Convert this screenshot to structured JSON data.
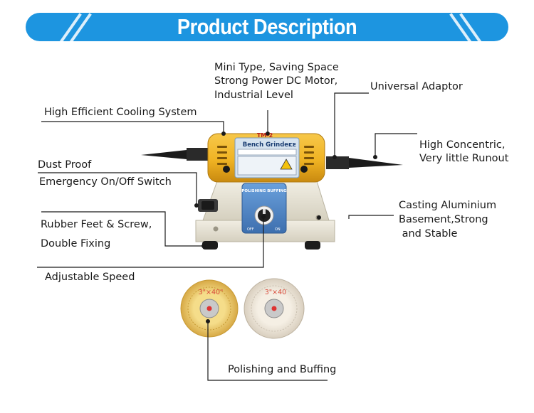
{
  "banner": {
    "title": "Product Description",
    "color": "#1d95e0"
  },
  "callouts": {
    "mini_type": "Mini Type, Saving Space",
    "motor": "Strong Power DC Motor,",
    "industrial": "Industrial Level",
    "adaptor": "Universal Adaptor",
    "cooling": "High Efficient Cooling System",
    "concentric": "High Concentric,",
    "runout": "Very little Runout",
    "dust_proof": "Dust Proof",
    "switch": "Emergency On/Off Switch",
    "casting": "Casting Aluminium",
    "basement": "Basement,Strong",
    "stable": " and Stable",
    "rubber_feet": "Rubber Feet & Screw,",
    "double_fixing": "Double Fixing",
    "speed": "Adjustable Speed",
    "polishing": "Polishing and Buffing"
  },
  "product": {
    "model": "TM-2",
    "nameplate": "Bench Grinder",
    "ce_mark": "CE",
    "panel_label": "POLISHING BUFFING",
    "dial_off": "OFF",
    "dial_on": "ON",
    "wheel_size_left": "3\"×40\"",
    "wheel_size_right": "3\"×40"
  },
  "colors": {
    "motor_yellow": "#f0b323",
    "base_cream": "#e8e4d6",
    "panel_blue": "#4f86c6",
    "wheel_yellow": "#f2d27a",
    "wheel_white": "#efe8dc",
    "size_text_red": "#d84a3a"
  }
}
